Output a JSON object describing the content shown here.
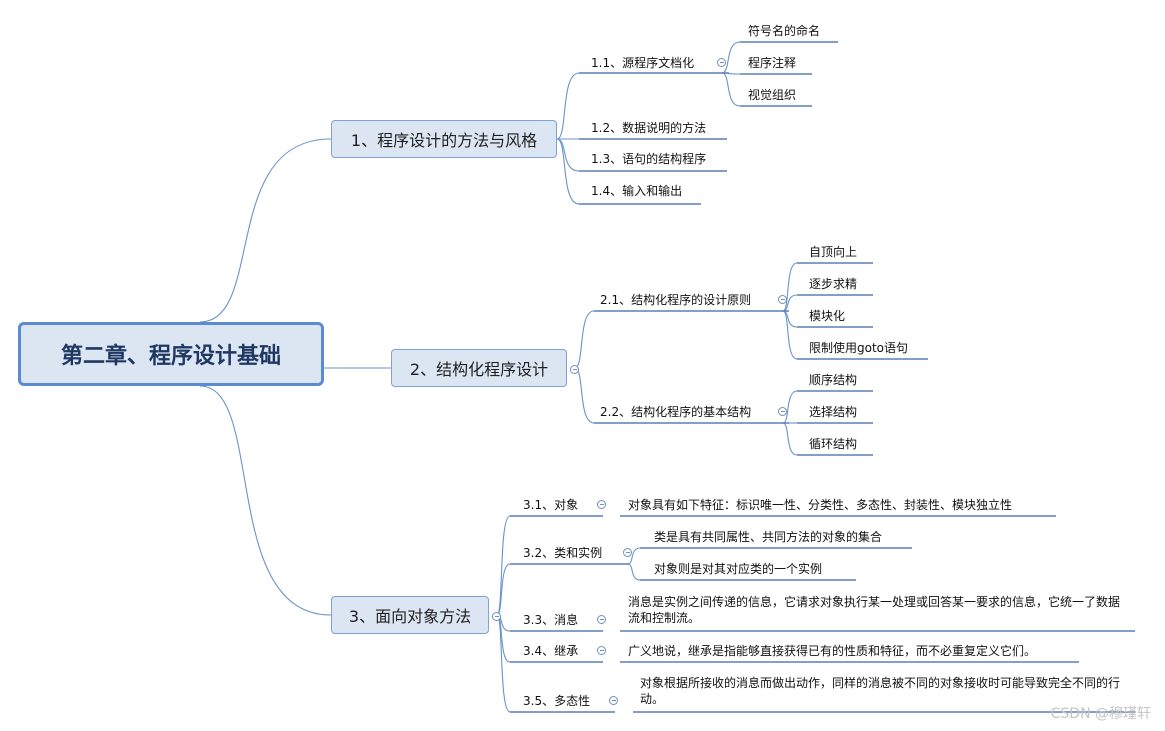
{
  "root": {
    "label": "第二章、程序设计基础"
  },
  "branches": [
    {
      "label": "1、程序设计的方法与风格",
      "children": [
        {
          "label": "1.1、源程序文档化",
          "children": [
            "符号名的命名",
            "程序注释",
            "视觉组织"
          ]
        },
        {
          "label": "1.2、数据说明的方法"
        },
        {
          "label": "1.3、语句的结构程序"
        },
        {
          "label": "1.4、输入和输出"
        }
      ]
    },
    {
      "label": "2、结构化程序设计",
      "children": [
        {
          "label": "2.1、结构化程序的设计原则",
          "children": [
            "自顶向上",
            "逐步求精",
            "模块化",
            "限制使用goto语句"
          ]
        },
        {
          "label": "2.2、结构化程序的基本结构",
          "children": [
            "顺序结构",
            "选择结构",
            "循环结构"
          ]
        }
      ]
    },
    {
      "label": "3、面向对象方法",
      "children": [
        {
          "label": "3.1、对象",
          "children": [
            "对象具有如下特征：标识唯一性、分类性、多态性、封装性、模块独立性"
          ]
        },
        {
          "label": "3.2、类和实例",
          "children": [
            "类是具有共同属性、共同方法的对象的集合",
            "对象则是对其对应类的一个实例"
          ]
        },
        {
          "label": "3.3、消息",
          "children": [
            "消息是实例之间传递的信息，它请求对象执行某一处理或回答某一要求的信息，它统一了数据流和控制流。"
          ]
        },
        {
          "label": "3.4、继承",
          "children": [
            "广义地说，继承是指能够直接获得已有的性质和特征，而不必重复定义它们。"
          ]
        },
        {
          "label": "3.5、多态性",
          "children": [
            "对象根据所接收的消息而做出动作，同样的消息被不同的对象接收时可能导致完全不同的行动。"
          ]
        }
      ]
    }
  ],
  "watermark": "CSDN @穆瑾轩",
  "colors": {
    "line": "#6b93c9",
    "underline": "#5b7fb8",
    "root_border": "#5b8bd0",
    "node_fill": "#dce6f2"
  }
}
